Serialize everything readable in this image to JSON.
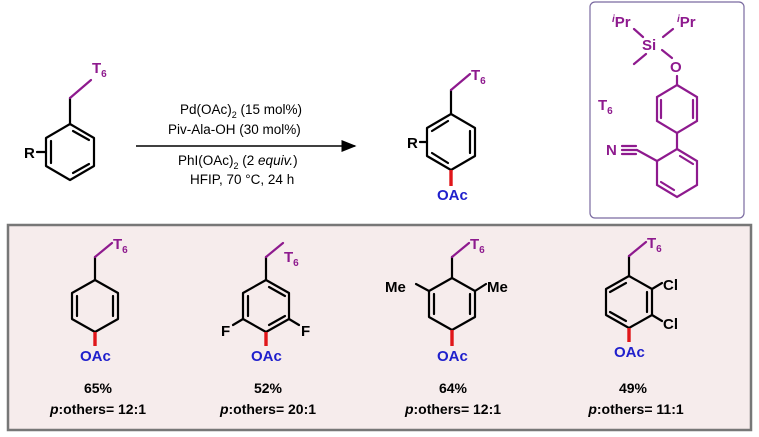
{
  "labels": {
    "T6": "T",
    "T6_sub": "6",
    "R": "R",
    "OAc": "OAc",
    "F": "F",
    "Me": "Me",
    "Cl": "Cl",
    "iPr_i": "i",
    "iPr_rest": "Pr",
    "Si": "Si",
    "O": "O",
    "N": "N"
  },
  "conditions": {
    "line1_a": "Pd(OAc)",
    "line1_sub": "2",
    "line1_b": " (15 mol%)",
    "line2": "Piv-Ala-OH (30 mol%)",
    "line3_a": "PhI(OAc)",
    "line3_sub": "2",
    "line3_b": " (2 ",
    "line3_it": "equiv.",
    "line3_c": ")",
    "line4": "HFIP, 70 °C, 24 h"
  },
  "products": [
    {
      "yield": "65%",
      "sel_p": "p",
      "sel_rest": ":others= 12:1"
    },
    {
      "yield": "52%",
      "sel_p": "p",
      "sel_rest": ":others= 20:1"
    },
    {
      "yield": "64%",
      "sel_p": "p",
      "sel_rest": ":others= 12:1"
    },
    {
      "yield": "49%",
      "sel_p": "p",
      "sel_rest": ":others= 11:1"
    }
  ],
  "colors": {
    "template": "#8e1a8e",
    "acetate": "#1f1fcc",
    "new_bond": "#e0161a",
    "panel_bg": "#f6ecec",
    "panel_border": "#777777",
    "template_box_border": "#7a6aa0"
  }
}
